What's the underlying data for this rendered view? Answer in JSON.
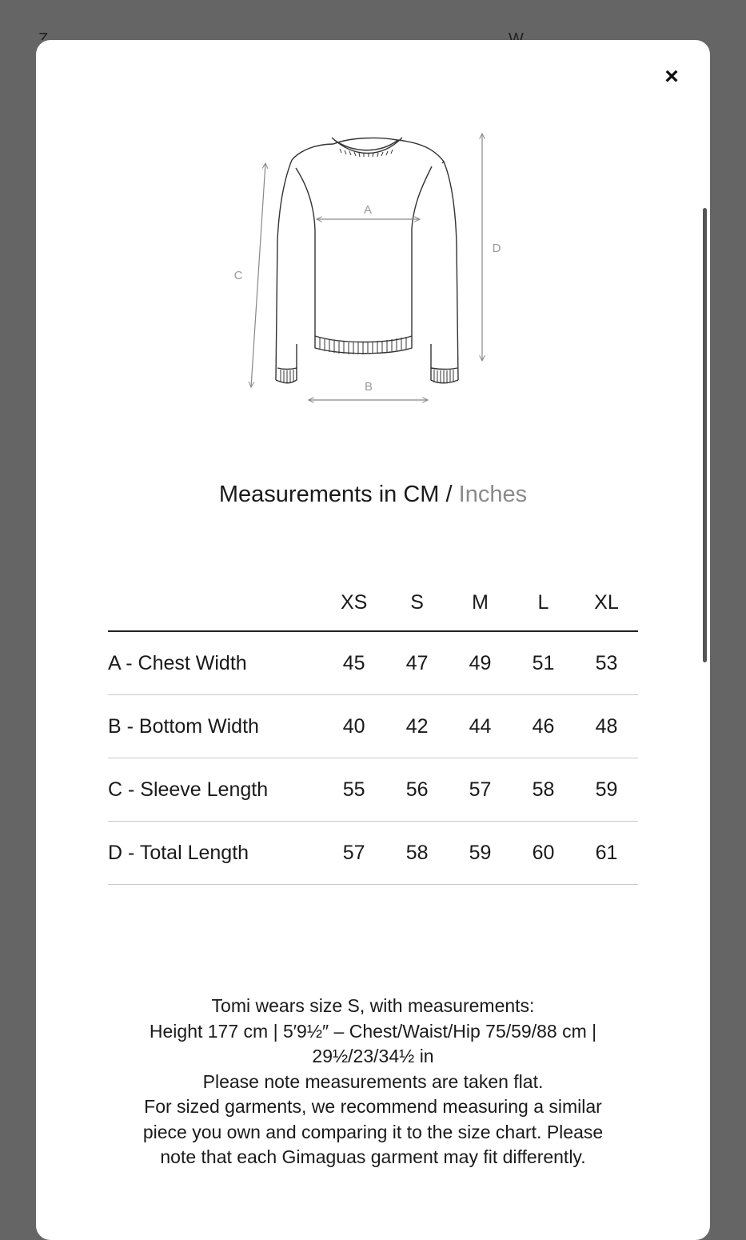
{
  "modal": {
    "close_symbol": "×",
    "close_icon": "close-icon"
  },
  "diagram": {
    "labels": {
      "a": "A",
      "b": "B",
      "c": "C",
      "d": "D"
    }
  },
  "units": {
    "active": "Measurements in CM",
    "separator": "/",
    "inactive": "Inches"
  },
  "size_table": {
    "columns": [
      "XS",
      "S",
      "M",
      "L",
      "XL"
    ],
    "rows": [
      {
        "label": "A - Chest Width",
        "values": [
          "45",
          "47",
          "49",
          "51",
          "53"
        ]
      },
      {
        "label": "B - Bottom Width",
        "values": [
          "40",
          "42",
          "44",
          "46",
          "48"
        ]
      },
      {
        "label": "C - Sleeve Length",
        "values": [
          "55",
          "56",
          "57",
          "58",
          "59"
        ]
      },
      {
        "label": "D - Total Length",
        "values": [
          "57",
          "58",
          "59",
          "60",
          "61"
        ]
      }
    ]
  },
  "fit_note": {
    "lines": [
      "Tomi wears size S, with measurements:",
      "Height 177 cm | 5′9½″ – Chest/Waist/Hip 75/59/88 cm |",
      "29½/23/34½ in",
      "Please note measurements are taken flat.",
      "For sized garments, we recommend measuring a similar",
      "piece you own and comparing it to the size chart. Please",
      "note that each Gimaguas garment may fit differently."
    ]
  },
  "colors": {
    "overlay": "#656565",
    "modal": "#ffffff",
    "text": "#1a1a1a",
    "muted": "#8a8a8a",
    "divider": "#c8c8c8"
  }
}
